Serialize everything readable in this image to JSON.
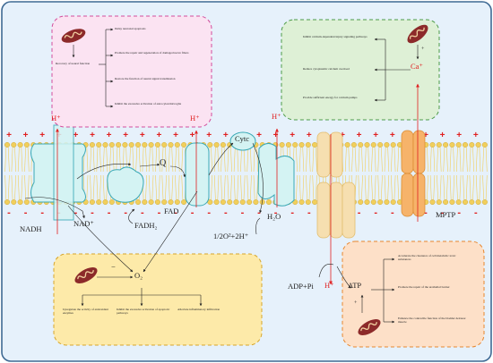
{
  "colors": {
    "background": "#e6f1fb",
    "frame": "#3f6a94",
    "membrane_lipid": "#f1cf5c",
    "charge_red": "#e02020",
    "protein_teal_fill": "#d4f3f3",
    "protein_teal_stroke": "#3aa9b6",
    "atp_synthase": "#f6dfb0",
    "mptp": "#f6b36a",
    "box_pink_fill": "#fbe3f2",
    "box_pink_border": "#d24d9c",
    "box_green_fill": "#def0d6",
    "box_green_border": "#4c9a48",
    "box_yellow_fill": "#fdeaa9",
    "box_yellow_border": "#d6a52a",
    "box_orange_fill": "#fde0c8",
    "box_orange_border": "#e6862e",
    "mito_icon": "#8c2a2a"
  },
  "icons": [
    "mitochondrion-icon"
  ],
  "membrane": {
    "plus_signs": "+",
    "minus_signs": "-"
  },
  "labels": {
    "h_plus_1": "H⁺",
    "h_plus_2": "H⁺",
    "h_plus_3": "H⁺",
    "h_plus_atp": "H⁺",
    "cytc": "Cytc",
    "q": "Q",
    "fad": "FAD",
    "fadh2": "FADH₂",
    "nadh": "NADH",
    "nad_plus": "NAD⁺",
    "h2o": "H₂O",
    "oxygen_reaction": "1/2O²+2H⁺",
    "adp_pi": "ADP+Pi",
    "atp": "ATP",
    "mptp": "MPTP",
    "ca_plus": "Ca⁺",
    "o2_center": "O₂",
    "minus_marker": "−",
    "plus_marker_green": "+",
    "plus_marker_orange": "+"
  },
  "boxes": {
    "pink": {
      "center_label": "Recovery of neural function",
      "items": [
        "Delay neuronal apoptosis",
        "Promote the repair and regeneration of damaged nerve fibers",
        "Restore the function of neural signal transmission",
        "Inhibit the excessive activation of astrocytes/microglia"
      ]
    },
    "green": {
      "items": [
        "Inhibit calcium-dependent injury signaling pathways",
        "Reduce cytoplasmic calcium overload",
        "Provide sufficient energy for calcium pumps"
      ]
    },
    "yellow": {
      "items": [
        "Upregulate the activity of antioxidant enzymes",
        "Inhibit the excessive activation of apoptotic pathways",
        "Alleviate inflammatory infiltration"
      ]
    },
    "orange": {
      "items": [
        "Accelerate the clearance of cell metabolic toxic substances",
        "Promote the repair of the urothelial barrier",
        "Enhance the contractile function of the bladder detrusor muscle"
      ]
    }
  }
}
